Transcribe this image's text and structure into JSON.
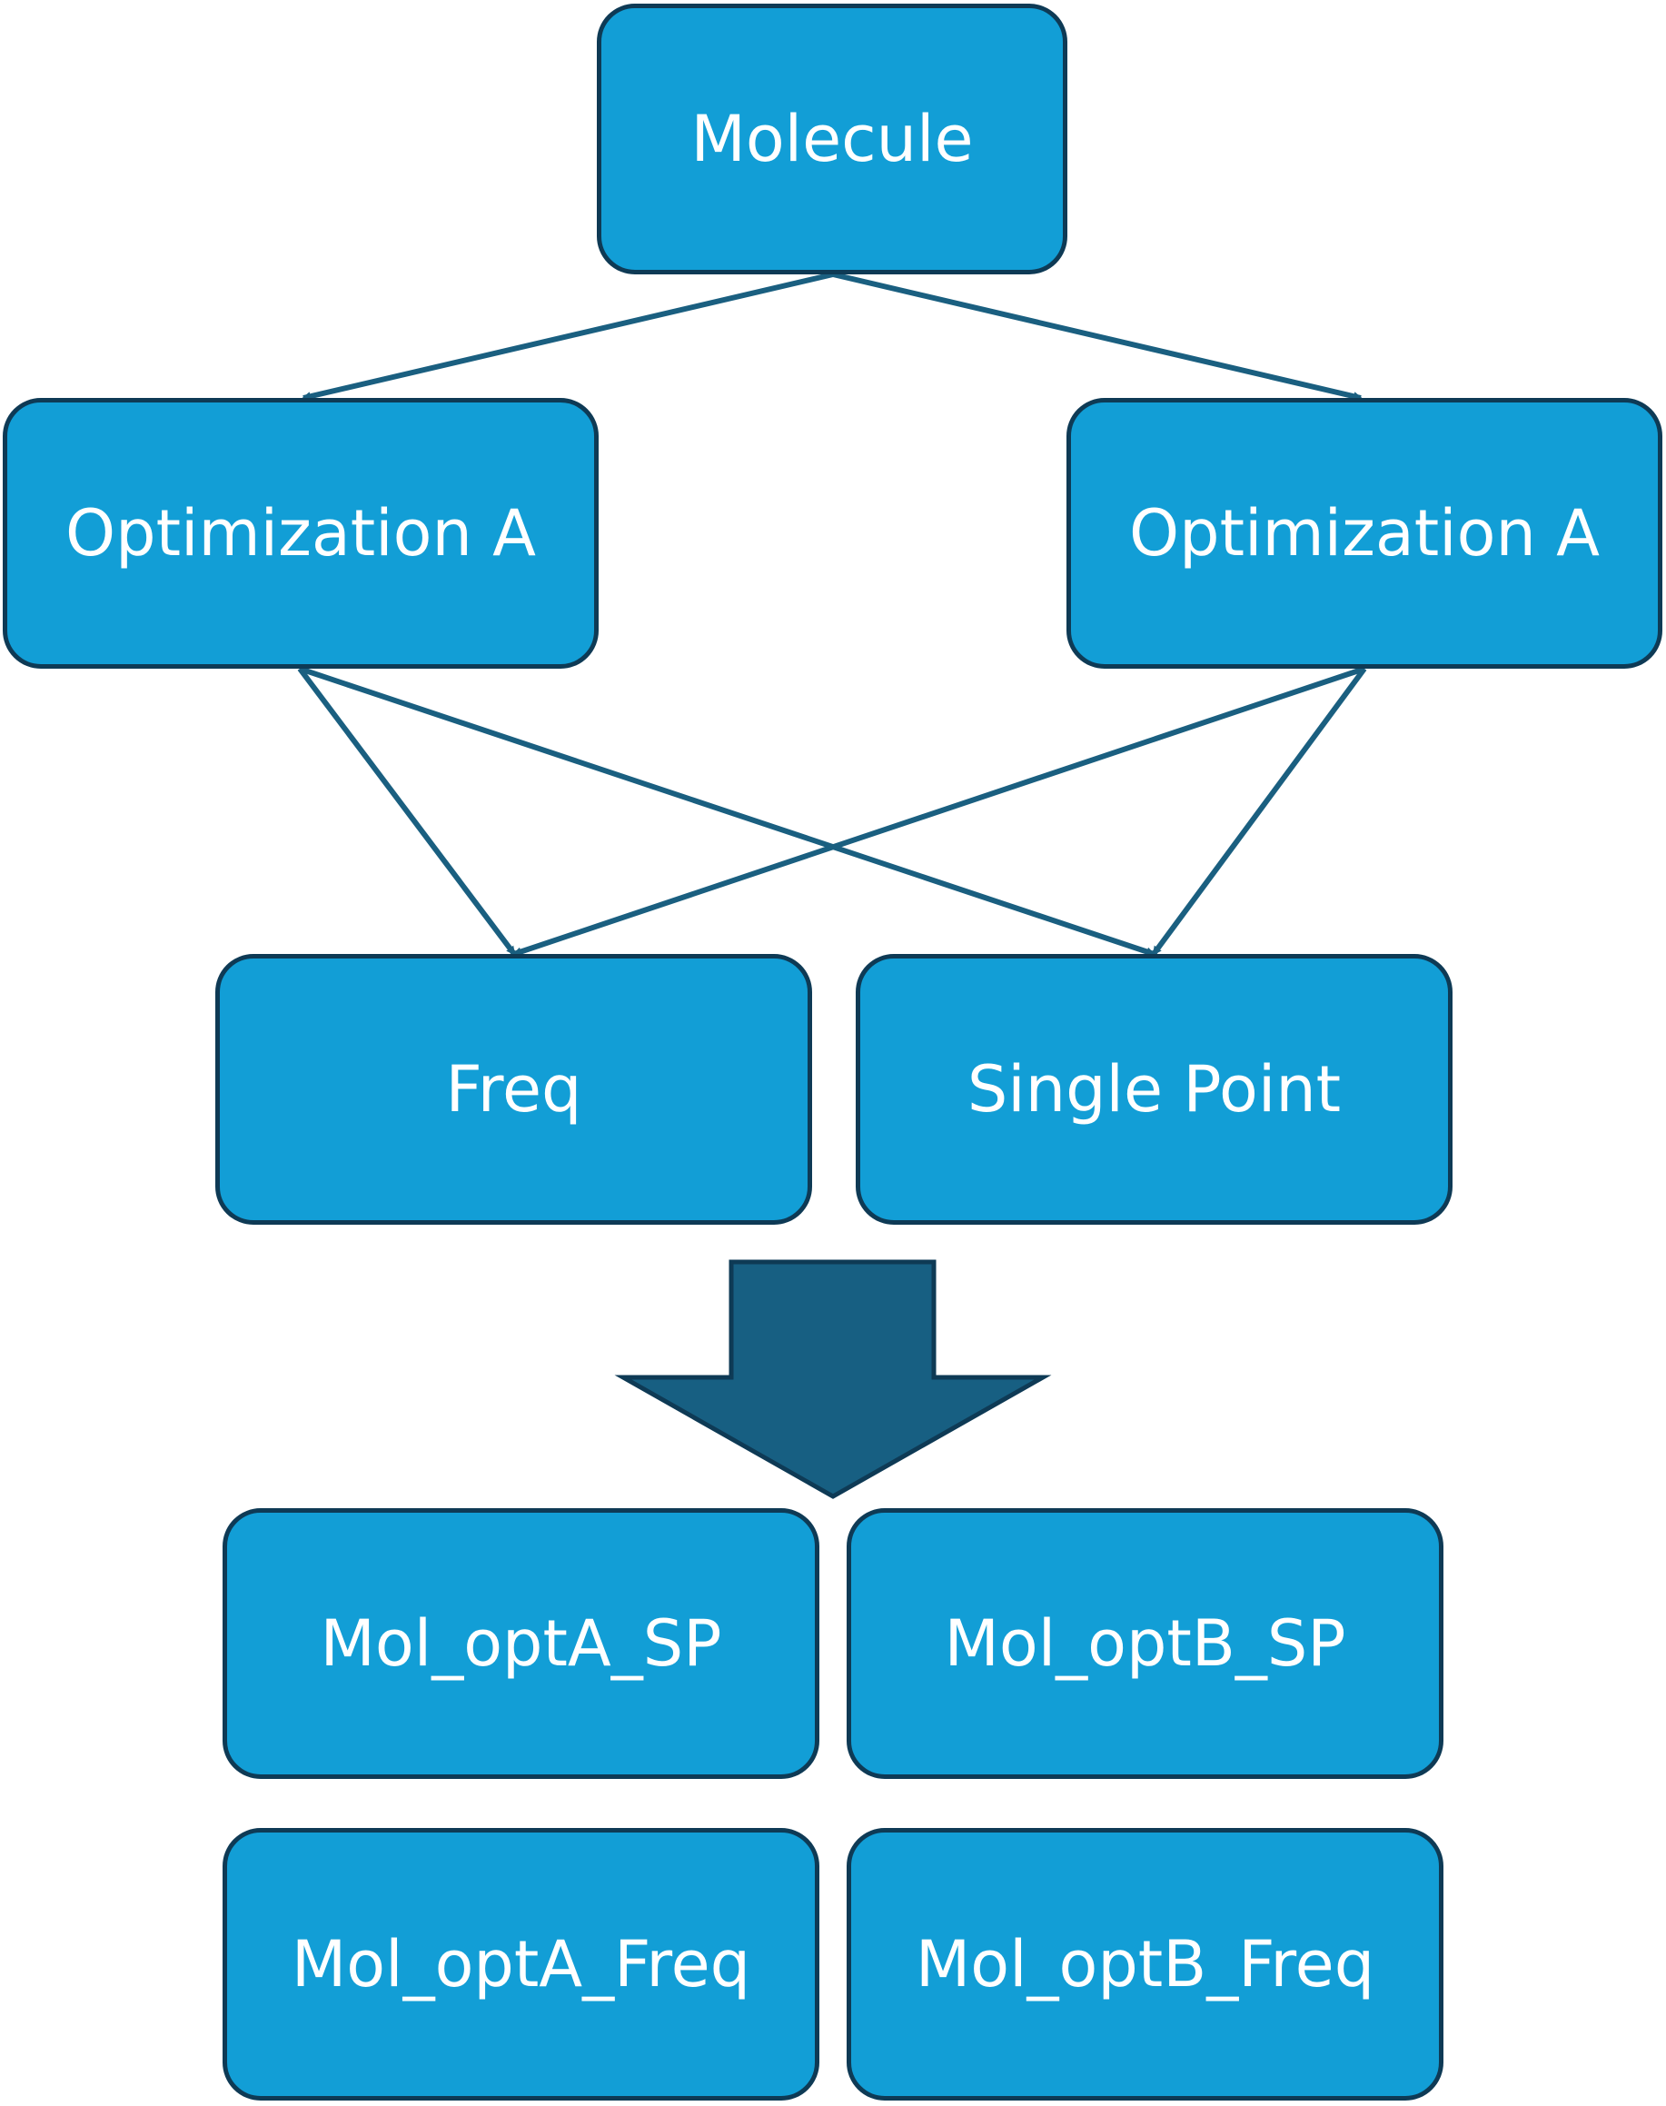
{
  "colors": {
    "box_fill": "#129ed6",
    "box_border": "#0e3a55",
    "edge": "#1a5f80",
    "big_arrow": "#175f82",
    "text": "#ffffff"
  },
  "nodes": {
    "molecule": "Molecule",
    "optimization_left": "Optimization A",
    "optimization_right": "Optimization A",
    "freq": "Freq",
    "single_point": "Single Point",
    "mol_optA_sp": "Mol_optA_SP",
    "mol_optB_sp": "Mol_optB_SP",
    "mol_optA_freq": "Mol_optA_Freq",
    "mol_optB_freq": "Mol_optB_Freq"
  },
  "edges": [
    {
      "from": "molecule",
      "to": "optimization_left"
    },
    {
      "from": "molecule",
      "to": "optimization_right"
    },
    {
      "from": "optimization_left",
      "to": "freq"
    },
    {
      "from": "optimization_left",
      "to": "single_point"
    },
    {
      "from": "optimization_right",
      "to": "freq"
    },
    {
      "from": "optimization_right",
      "to": "single_point"
    }
  ]
}
